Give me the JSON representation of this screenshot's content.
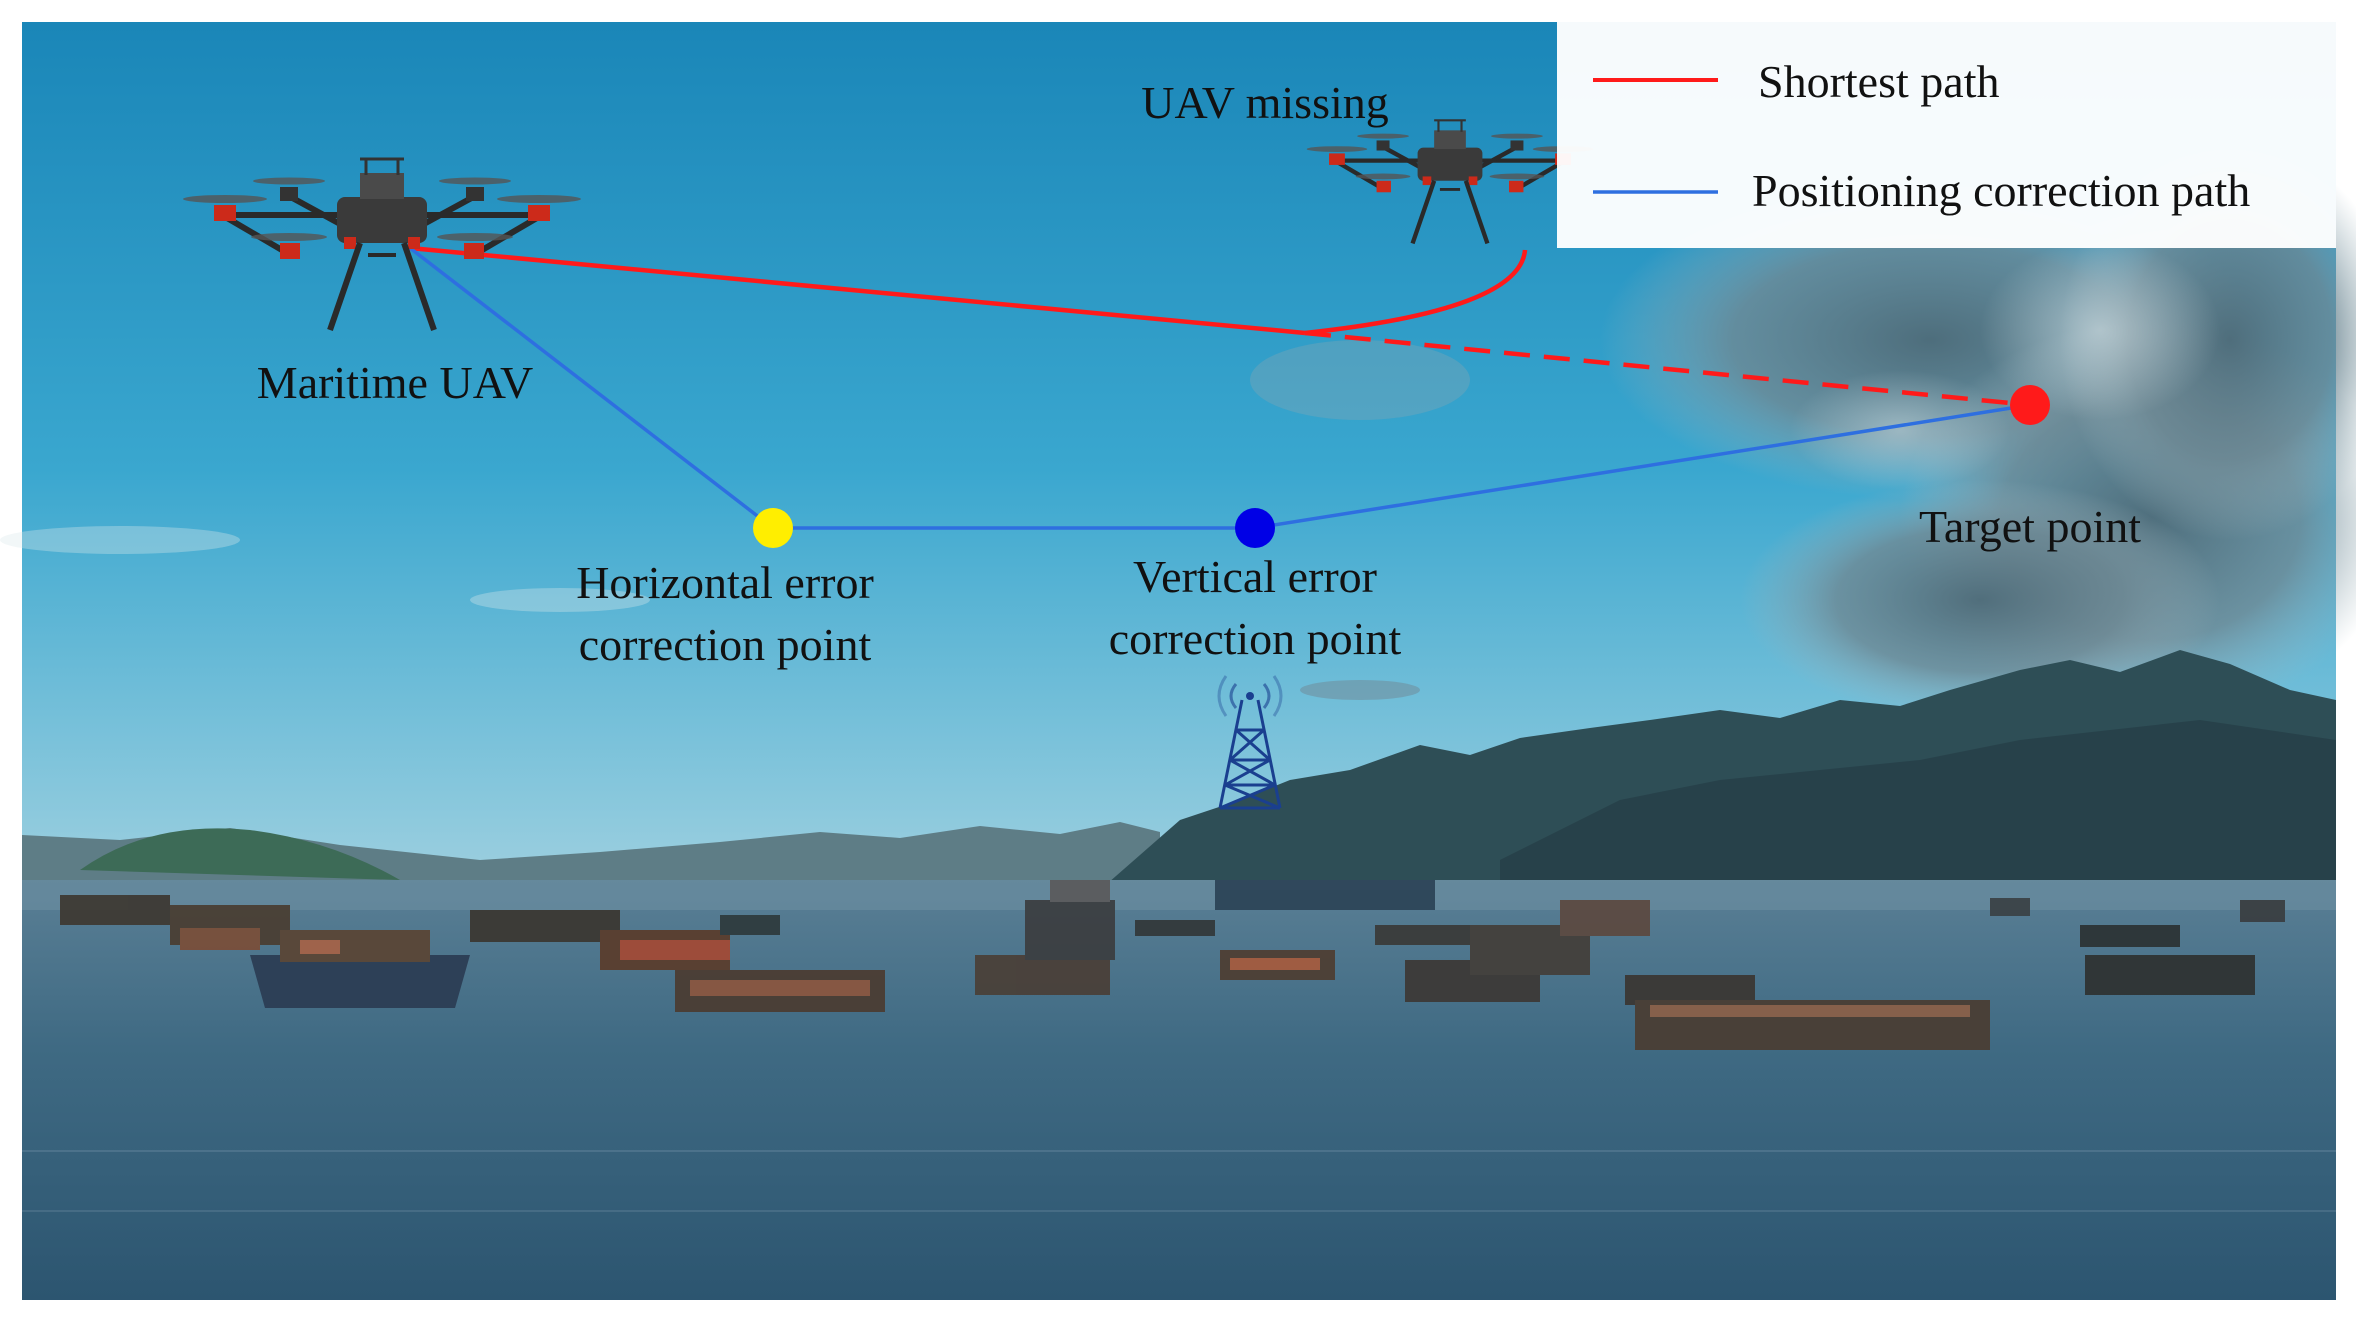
{
  "legend": {
    "shortest_path": "Shortest path",
    "positioning_correction_path": "Positioning correction path"
  },
  "labels": {
    "maritime_uav": "Maritime UAV",
    "uav_missing": "UAV missing",
    "horizontal_point_line1": "Horizontal error",
    "horizontal_point_line2": "correction point",
    "vertical_point_line1": "Vertical error",
    "vertical_point_line2": "correction point",
    "target_point": "Target point"
  },
  "colors": {
    "shortest_path": "#ff1a1a",
    "positioning_correction_path": "#2e6fe0",
    "horizontal_point": "#ffee00",
    "vertical_point": "#0000e6",
    "target_point": "#ff1a1a",
    "tower": "#1a3f8f"
  },
  "icons": {
    "maritime_uav": "hexacopter-drone-icon",
    "missing_uav": "hexacopter-drone-icon",
    "tower": "radio-tower-icon"
  }
}
